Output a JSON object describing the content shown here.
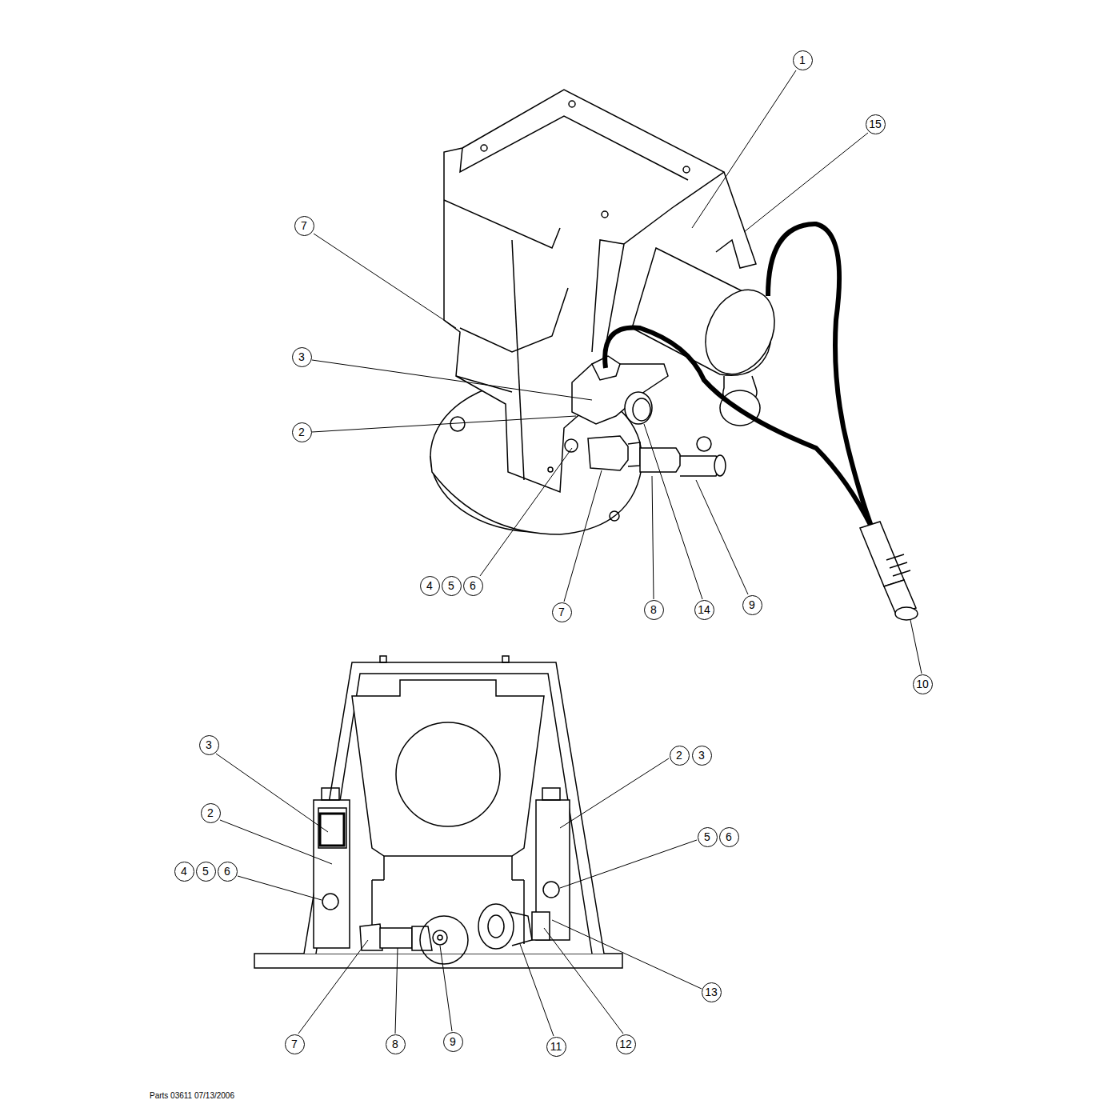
{
  "diagram": {
    "labels": [
      "1",
      "15",
      "7",
      "3",
      "2",
      "4",
      "5",
      "6",
      "7",
      "8",
      "14",
      "9",
      "10",
      "3",
      "2",
      "3",
      "2",
      "5",
      "6",
      "4",
      "5",
      "6",
      "13",
      "7",
      "8",
      "9",
      "11",
      "12",
      "Parts 03611 07/13/2006"
    ]
  }
}
